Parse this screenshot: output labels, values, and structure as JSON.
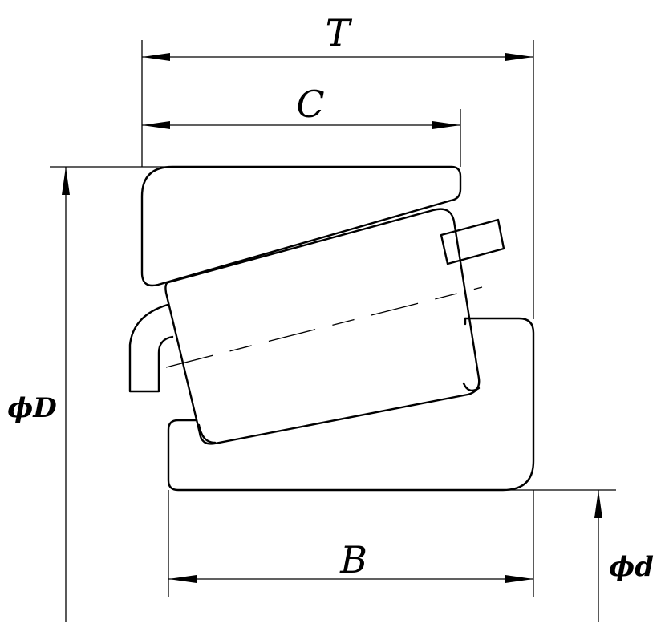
{
  "labels": {
    "T": "T",
    "C": "C",
    "B": "B",
    "outer_diameter": "ϕD",
    "bore_diameter": "ϕd"
  }
}
